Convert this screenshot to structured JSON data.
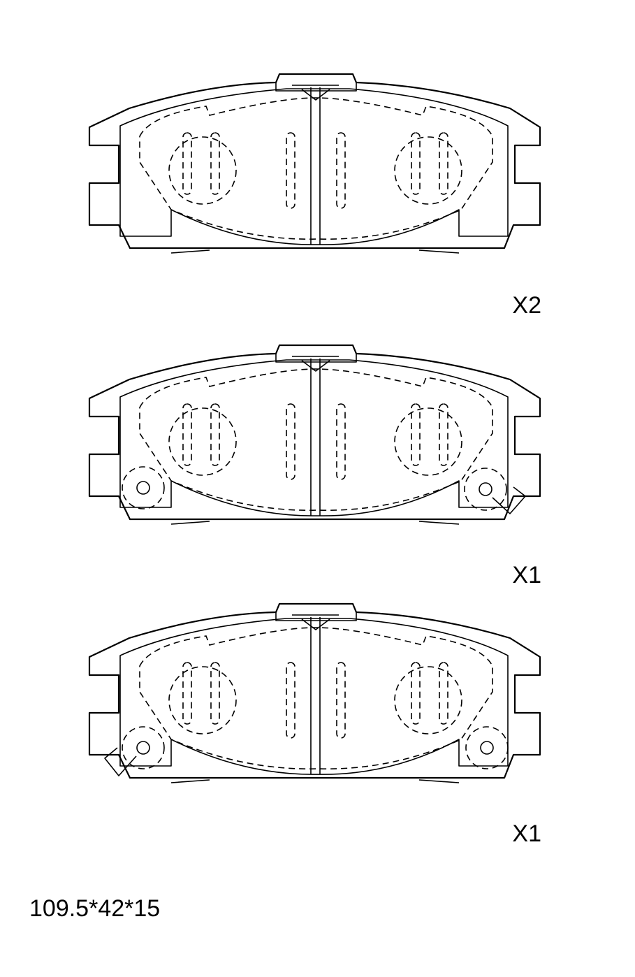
{
  "pads": [
    {
      "id": "pad-1",
      "quantity": "X2",
      "sensor": "none"
    },
    {
      "id": "pad-2",
      "quantity": "X1",
      "sensor": "right"
    },
    {
      "id": "pad-3",
      "quantity": "X1",
      "sensor": "left"
    }
  ],
  "dimensions": "109.5*42*15"
}
